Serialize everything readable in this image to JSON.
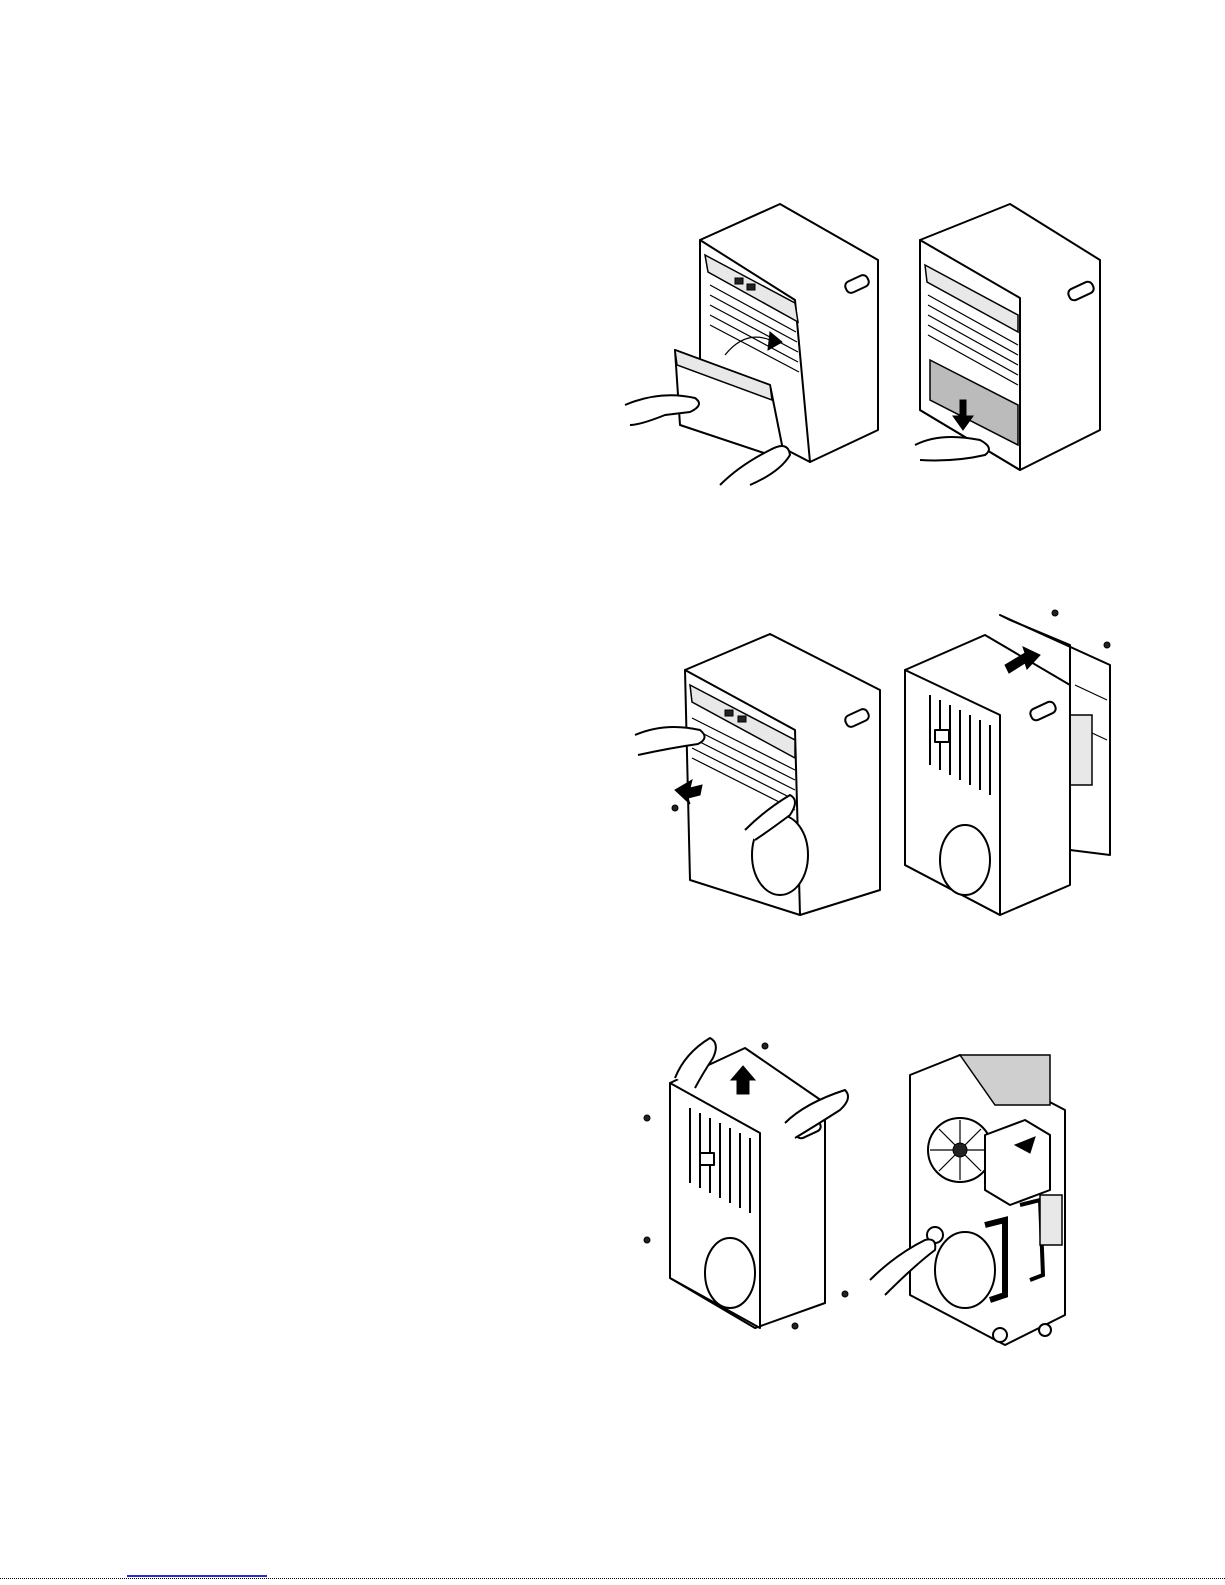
{
  "page": {
    "figures": [
      {
        "icon": "water-bucket-removal-illustration"
      },
      {
        "icon": "bucket-guard-removal-illustration"
      },
      {
        "icon": "front-grille-removal-illustration"
      },
      {
        "icon": "rear-panel-removal-illustration"
      },
      {
        "icon": "cabinet-lift-off-illustration"
      },
      {
        "icon": "internal-components-illustration"
      }
    ],
    "footer": {
      "rule": "dotted",
      "link_color": "#2b2bd6"
    }
  }
}
